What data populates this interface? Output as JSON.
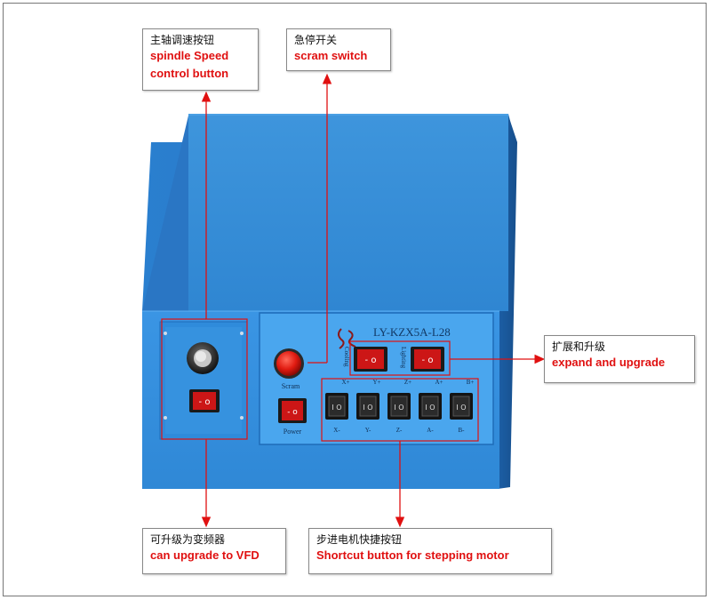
{
  "callouts": {
    "spindle": {
      "cn": "主轴调速按钮",
      "en_line1": "spindle Speed",
      "en_line2": "control button"
    },
    "scram": {
      "cn": "急停开关",
      "en": "scram switch"
    },
    "expand": {
      "cn": "扩展和升级",
      "en": "expand and upgrade"
    },
    "vfd": {
      "cn": "可升级为变频器",
      "en": "can upgrade to VFD"
    },
    "stepper": {
      "cn": "步进电机快捷按钮",
      "en": "Shortcut button for stepping motor"
    }
  },
  "panel": {
    "model": "LY-KZX5A-L28",
    "scram_label": "Scram",
    "power_label": "Power",
    "cooling_label": "Cooling",
    "lighting_label": "Lighting",
    "axis_top": [
      "X+",
      "Y+",
      "Z+",
      "A+",
      "B+"
    ],
    "axis_bottom": [
      "X-",
      "Y-",
      "Z-",
      "A-",
      "B-"
    ]
  },
  "colors": {
    "box_blue": "#2f8fe0",
    "panel_light": "#4aa6ee",
    "annotation_red": "#e01010",
    "switch_red": "#cc1616"
  }
}
